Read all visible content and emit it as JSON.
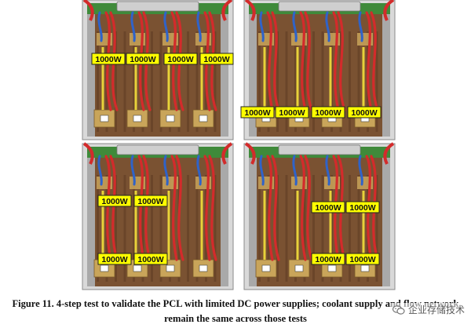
{
  "figure": {
    "caption_line1": "Figure 11. 4-step test to validate the PCL with limited DC power supplies; coolant supply and flow network",
    "caption_line2": "remain the same across those tests",
    "panels": [
      {
        "step": 1,
        "labels": [
          "1000W",
          "1000W",
          "1000W",
          "1000W"
        ],
        "row": "upper"
      },
      {
        "step": 2,
        "labels": [
          "1000W",
          "1000W",
          "1000W",
          "1000W"
        ],
        "row": "lower"
      },
      {
        "step": 3,
        "labels": [
          "1000W",
          "1000W",
          "1000W",
          "1000W"
        ],
        "row": "mixed-left"
      },
      {
        "step": 4,
        "labels": [
          "1000W",
          "1000W",
          "1000W",
          "1000W"
        ],
        "row": "mixed-right"
      }
    ]
  },
  "watermark": {
    "text": "企业存储技术",
    "icon": "wechat-icon"
  },
  "colors": {
    "frame": "#b8b8b8",
    "board": "#7a5232",
    "green_strip": "#3f8a3a",
    "red_hose": "#d32b2b",
    "blue_hose": "#2f63c9",
    "yellow_pipe": "#e8d23a",
    "label_bg": "#ffff00",
    "manifold": "#c9a55a"
  }
}
